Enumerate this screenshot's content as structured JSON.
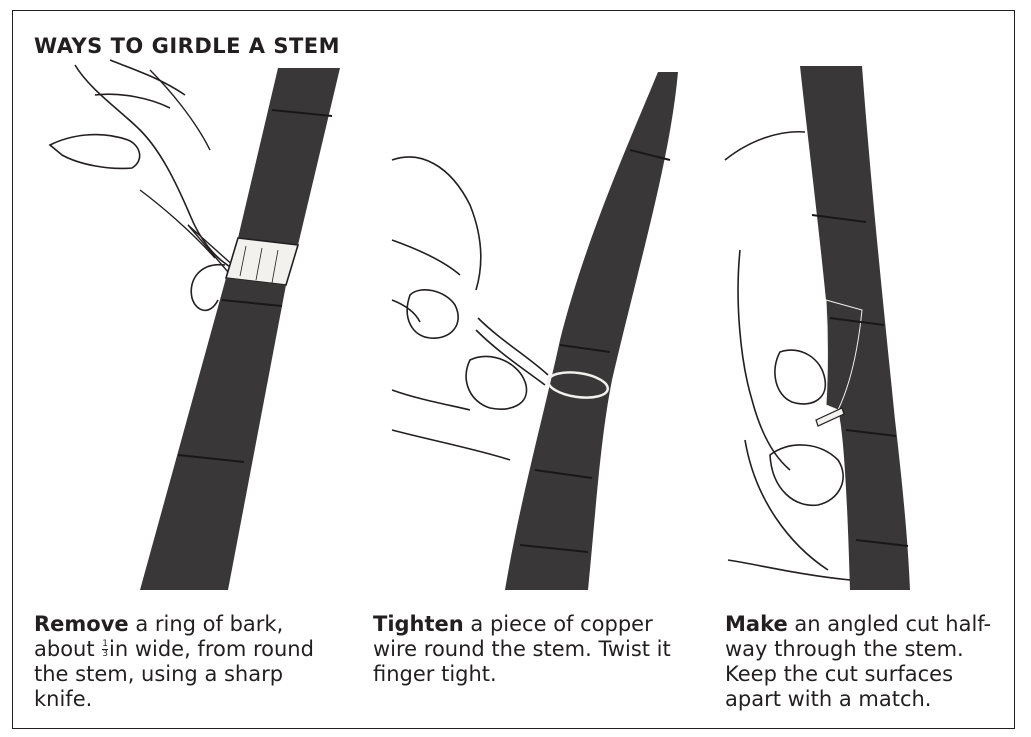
{
  "title": "WAYS TO GIRDLE A STEM",
  "panels": [
    {
      "bold": "Remove",
      "text_before_fraction": " a ring of bark, about ",
      "fraction_numerator": "1",
      "fraction_denominator": "3",
      "text_after_fraction": "in wide, from round the stem, using a sharp knife."
    },
    {
      "bold": "Tighten",
      "text": " a piece of copper wire round the stem. Twist it finger tight."
    },
    {
      "bold": "Make",
      "text": " an angled cut half-way through the stem. Keep the cut surfaces apart with a match."
    }
  ],
  "colors": {
    "stem": "#3a3738",
    "line": "#231f20",
    "bark_ring": "#f3f1ee"
  }
}
